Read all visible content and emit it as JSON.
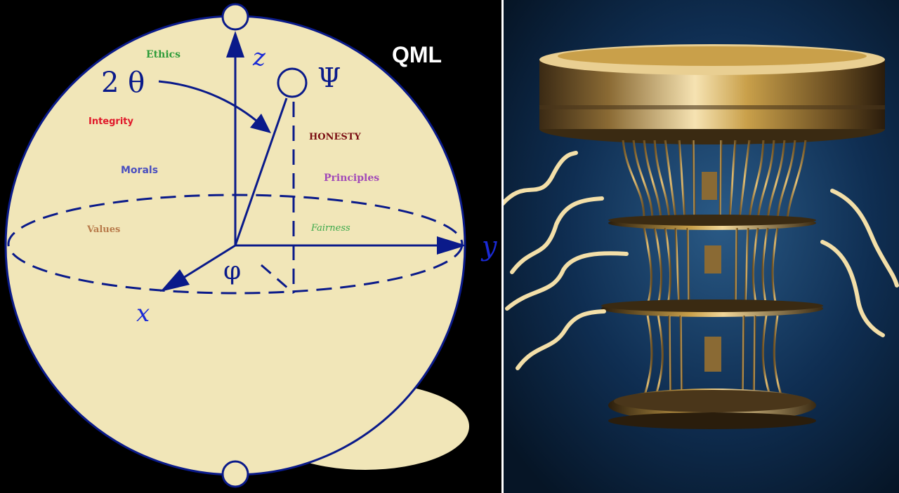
{
  "title": "QML",
  "axes": {
    "z": "z",
    "x": "x",
    "y": "y"
  },
  "symbols": {
    "theta": "2 θ",
    "psi": "Ψ",
    "phi": "φ"
  },
  "sphere_words": [
    {
      "text": "Ethics",
      "color": "#2e9c3a"
    },
    {
      "text": "Integrity",
      "color": "#e0182a"
    },
    {
      "text": "HONESTY",
      "color": "#7a0d12"
    },
    {
      "text": "Morals",
      "color": "#4a4fbf"
    },
    {
      "text": "Principles",
      "color": "#a24ab8"
    },
    {
      "text": "Values",
      "color": "#b87a4a"
    },
    {
      "text": "Fairness",
      "color": "#3aa84a"
    }
  ],
  "colors": {
    "sphere_fill": "#f1e6b8",
    "line_blue": "#0a1a8a",
    "label_blue": "#1a2ad6",
    "title_white": "#ffffff",
    "background": "#000000",
    "wave_cream": "#f3dfa8",
    "gold": "#c9a04a",
    "navy_bg": "#0f2e52"
  }
}
